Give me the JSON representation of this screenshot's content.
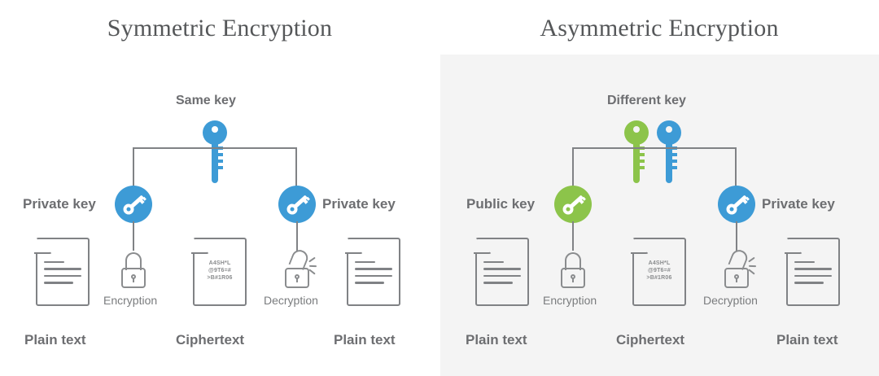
{
  "panels": [
    {
      "id": "symmetric",
      "title": "Symmetric Encryption",
      "key_heading": "Same key",
      "left_key_label": "Private key",
      "right_key_label": "Private key",
      "encryption_label": "Encryption",
      "decryption_label": "Decryption",
      "bottom_labels": [
        "Plain text",
        "Ciphertext",
        "Plain text"
      ],
      "ciphertext_lines": [
        "A4SH*L",
        "@9T6=#",
        ">B#1R06"
      ],
      "key_colors": [
        "#3d9bd6"
      ],
      "badge_colors": [
        "#3d9bd6",
        "#3d9bd6"
      ],
      "background": "#ffffff"
    },
    {
      "id": "asymmetric",
      "title": "Asymmetric Encryption",
      "key_heading": "Different key",
      "left_key_label": "Public key",
      "right_key_label": "Private key",
      "encryption_label": "Encryption",
      "decryption_label": "Decryption",
      "bottom_labels": [
        "Plain text",
        "Ciphertext",
        "Plain text"
      ],
      "ciphertext_lines": [
        "A4SH*L",
        "@9T6=#",
        ">B#1R06"
      ],
      "key_colors": [
        "#8cc44a",
        "#3d9bd6"
      ],
      "badge_colors": [
        "#8cc44a",
        "#3d9bd6"
      ],
      "background": "#f4f4f4"
    }
  ],
  "colors": {
    "blue": "#3d9bd6",
    "green": "#8cc44a",
    "line": "#808285",
    "text": "#6d6e71",
    "muted": "#7a7c7e",
    "panel_bg": "#f4f4f4"
  },
  "icons": {
    "key": "key-icon",
    "badge": "key-badge-icon",
    "document": "document-icon",
    "lock_closed": "padlock-closed-icon",
    "lock_open": "padlock-open-icon"
  }
}
